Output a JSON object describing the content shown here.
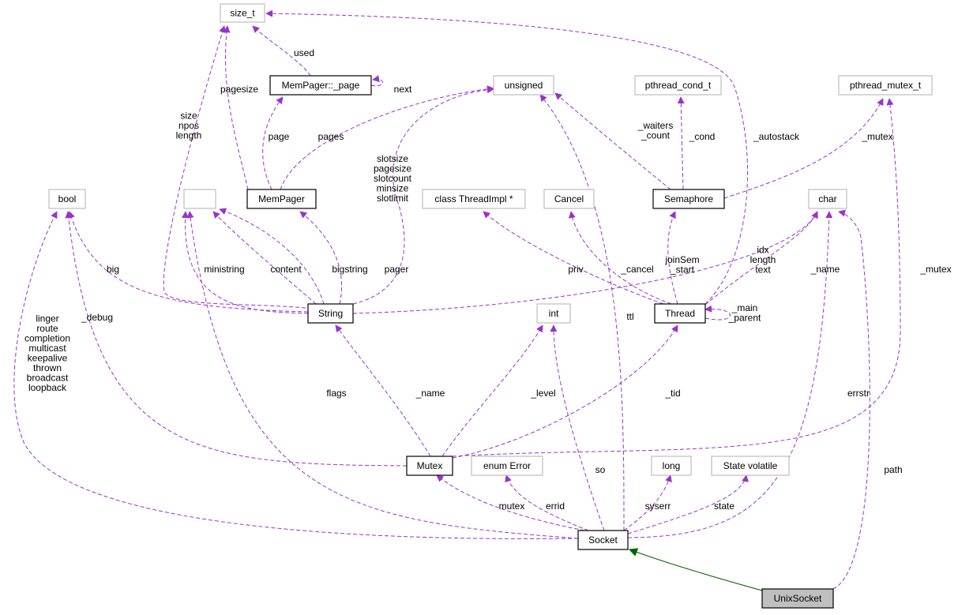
{
  "nodes": [
    {
      "id": "size_t",
      "label": "size_t",
      "style": "grey"
    },
    {
      "id": "mpage",
      "label": "MemPager::_page",
      "style": "normal"
    },
    {
      "id": "unsigned",
      "label": "unsigned",
      "style": "grey"
    },
    {
      "id": "condt",
      "label": "pthread_cond_t",
      "style": "grey"
    },
    {
      "id": "mutext",
      "label": "pthread_mutex_t",
      "style": "grey"
    },
    {
      "id": "bool",
      "label": "bool",
      "style": "grey"
    },
    {
      "id": "blank",
      "label": "",
      "style": "grey"
    },
    {
      "id": "mempager",
      "label": "MemPager",
      "style": "normal"
    },
    {
      "id": "threadimpl",
      "label": "class ThreadImpl *",
      "style": "grey"
    },
    {
      "id": "cancel",
      "label": "Cancel",
      "style": "grey"
    },
    {
      "id": "semaphore",
      "label": "Semaphore",
      "style": "normal"
    },
    {
      "id": "char",
      "label": "char",
      "style": "grey"
    },
    {
      "id": "string",
      "label": "String",
      "style": "normal"
    },
    {
      "id": "int",
      "label": "int",
      "style": "grey"
    },
    {
      "id": "thread",
      "label": "Thread",
      "style": "normal"
    },
    {
      "id": "mutex",
      "label": "Mutex",
      "style": "normal"
    },
    {
      "id": "enumerror",
      "label": "enum Error",
      "style": "grey"
    },
    {
      "id": "long",
      "label": "long",
      "style": "grey"
    },
    {
      "id": "statevol",
      "label": "State volatile",
      "style": "grey"
    },
    {
      "id": "socket",
      "label": "Socket",
      "style": "normal"
    },
    {
      "id": "unixsocket",
      "label": "UnixSocket",
      "style": "focus"
    }
  ],
  "edges": [
    {
      "id": "e-used",
      "label": "used",
      "kind": "member"
    },
    {
      "id": "e-next",
      "label": "next",
      "kind": "member"
    },
    {
      "id": "e-pagesize",
      "label": "pagesize",
      "kind": "member"
    },
    {
      "id": "e-page",
      "label": "page",
      "kind": "member"
    },
    {
      "id": "e-pages",
      "label": "pages",
      "kind": "member"
    },
    {
      "id": "e-sizenpos",
      "label": "size\nnpos\nlength",
      "kind": "member"
    },
    {
      "id": "e-slot",
      "label": "slotsize\npagesize\nslotcount\nminsize\nslotlimit",
      "kind": "member"
    },
    {
      "id": "e-waiters",
      "label": "_waiters\n_count",
      "kind": "member"
    },
    {
      "id": "e-cond",
      "label": "_cond",
      "kind": "member"
    },
    {
      "id": "e-autostack",
      "label": "_autostack",
      "kind": "member"
    },
    {
      "id": "e-semmutex",
      "label": "_mutex",
      "kind": "member"
    },
    {
      "id": "e-big",
      "label": "big",
      "kind": "member"
    },
    {
      "id": "e-ministring",
      "label": "ministring",
      "kind": "member"
    },
    {
      "id": "e-content",
      "label": "content",
      "kind": "member"
    },
    {
      "id": "e-bigstring",
      "label": "bigstring",
      "kind": "member"
    },
    {
      "id": "e-pager",
      "label": "pager",
      "kind": "member"
    },
    {
      "id": "e-idx",
      "label": "idx\nlength\ntext",
      "kind": "member"
    },
    {
      "id": "e-priv",
      "label": "priv",
      "kind": "member"
    },
    {
      "id": "e-cancel",
      "label": "_cancel",
      "kind": "member"
    },
    {
      "id": "e-joinsem",
      "label": "joinSem\n_start",
      "kind": "member"
    },
    {
      "id": "e-tname",
      "label": "_name",
      "kind": "member"
    },
    {
      "id": "e-mainparent",
      "label": "_main\n_parent",
      "kind": "member"
    },
    {
      "id": "e-mutexmutex",
      "label": "_mutex",
      "kind": "member"
    },
    {
      "id": "e-debug",
      "label": "_debug",
      "kind": "member"
    },
    {
      "id": "e-flags",
      "label": "flags",
      "kind": "member"
    },
    {
      "id": "e-mname",
      "label": "_name",
      "kind": "member"
    },
    {
      "id": "e-level",
      "label": "_level",
      "kind": "member"
    },
    {
      "id": "e-tid",
      "label": "_tid",
      "kind": "member"
    },
    {
      "id": "e-ttl",
      "label": "ttl",
      "kind": "member"
    },
    {
      "id": "e-errstr",
      "label": "errstr",
      "kind": "member"
    },
    {
      "id": "e-path",
      "label": "path",
      "kind": "member"
    },
    {
      "id": "e-linger",
      "label": "linger\nroute\ncompletion\nmulticast\nkeepalive\nthrown\nbroadcast\nloopback",
      "kind": "member"
    },
    {
      "id": "e-so",
      "label": "so",
      "kind": "member"
    },
    {
      "id": "e-smutex",
      "label": "mutex",
      "kind": "member"
    },
    {
      "id": "e-errid",
      "label": "errid",
      "kind": "member"
    },
    {
      "id": "e-syserr",
      "label": "syserr",
      "kind": "member"
    },
    {
      "id": "e-state",
      "label": "state",
      "kind": "member"
    },
    {
      "id": "e-inherit",
      "label": "",
      "kind": "inherit"
    }
  ]
}
